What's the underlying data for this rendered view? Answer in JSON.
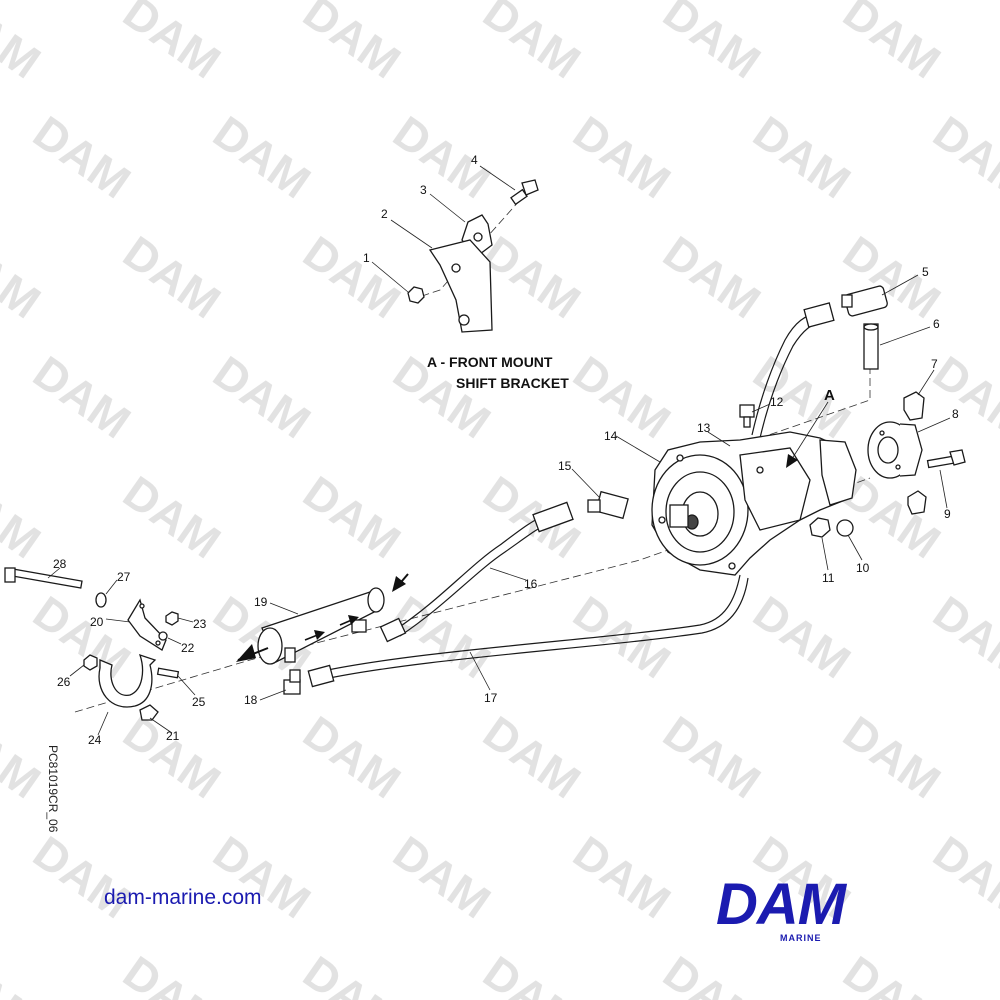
{
  "watermark": {
    "text": "DAM",
    "color": "#e2e2e2"
  },
  "callouts": {
    "c1": "1",
    "c2": "2",
    "c3": "3",
    "c4": "4",
    "c5": "5",
    "c6": "6",
    "c7": "7",
    "c8": "8",
    "c9": "9",
    "c10": "10",
    "c11": "11",
    "c12": "12",
    "c13": "13",
    "c14": "14",
    "c15": "15",
    "c16": "16",
    "c17": "17",
    "c18": "18",
    "c19": "19",
    "c20": "20",
    "c21": "21",
    "c22": "22",
    "c23": "23",
    "c24": "24",
    "c25": "25",
    "c26": "26",
    "c27": "27",
    "c28": "28"
  },
  "detail": {
    "marker": "A",
    "caption_line1": "A - FRONT MOUNT",
    "caption_line2": "SHIFT BRACKET"
  },
  "drawing_code": "PC81019CR_06",
  "footer": {
    "site": "dam-marine.com",
    "logo": "DAM",
    "logo_sub": "MARINE",
    "brand_color": "#1b1bb0"
  },
  "icons": {
    "flow_arrow": "arrow-icon"
  }
}
